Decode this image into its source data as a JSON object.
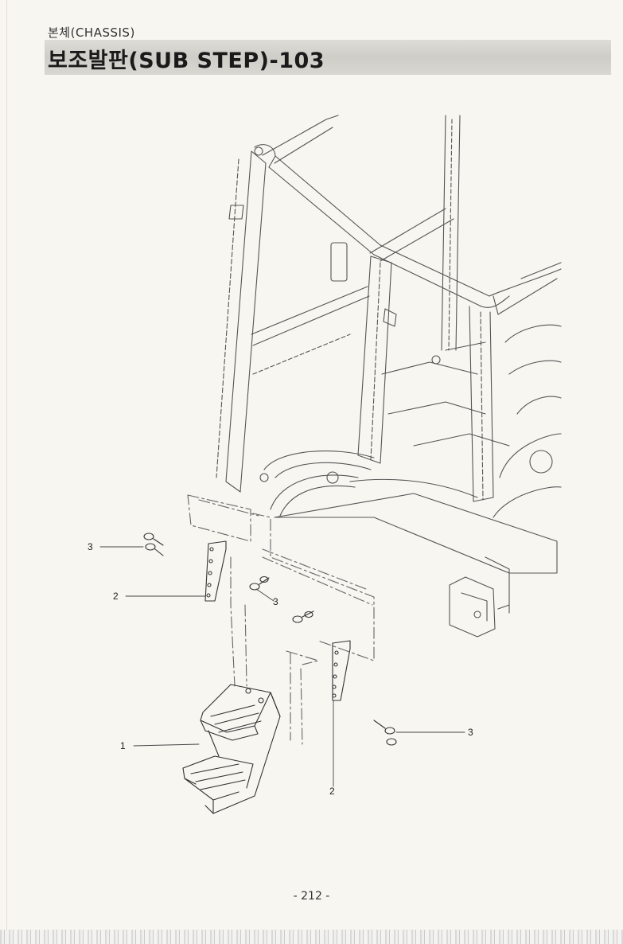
{
  "header": {
    "section": "본체(CHASSIS)",
    "title": "보조발판(SUB STEP)-103"
  },
  "diagram": {
    "callouts": [
      {
        "id": "callout-3-top-left",
        "label": "3"
      },
      {
        "id": "callout-2-left",
        "label": "2"
      },
      {
        "id": "callout-3-middle",
        "label": "3"
      },
      {
        "id": "callout-1",
        "label": "1"
      },
      {
        "id": "callout-3-right",
        "label": "3"
      },
      {
        "id": "callout-2-bottom",
        "label": "2"
      }
    ]
  },
  "footer": {
    "page_number": "- 212 -"
  }
}
